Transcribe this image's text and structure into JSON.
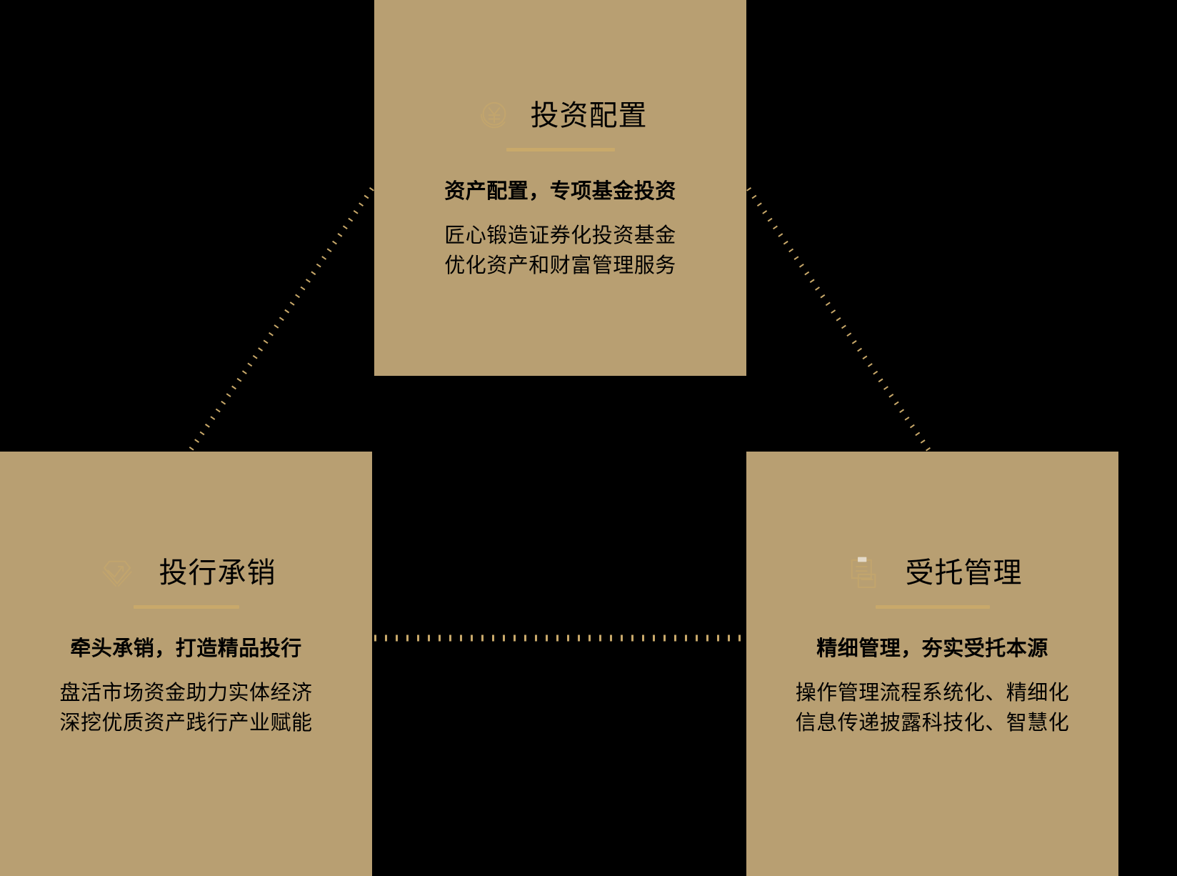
{
  "theme": {
    "background": "#000000",
    "card_fill": "#b89f72",
    "accent_rule": "#c9a96a",
    "connector": "#c9a96a",
    "text": "#000000",
    "icon_stroke": "#c9a96a"
  },
  "diagram": {
    "type": "triangle-relationship",
    "node_count": 3,
    "connectors": [
      {
        "name": "top-to-left",
        "style": "dotted",
        "from": "investment-allocation",
        "to": "investment-banking-underwriting"
      },
      {
        "name": "top-to-right",
        "style": "dotted",
        "from": "investment-allocation",
        "to": "trustee-management"
      },
      {
        "name": "left-to-right",
        "style": "dotted",
        "from": "investment-banking-underwriting",
        "to": "trustee-management"
      }
    ]
  },
  "cards": {
    "top": {
      "id": "investment-allocation",
      "icon": "yuan-coin-icon",
      "title": "投资配置",
      "lead": "资产配置，专项基金投资",
      "lines": [
        "匠心锻造证券化投资基金",
        "优化资产和财富管理服务"
      ]
    },
    "left": {
      "id": "investment-banking-underwriting",
      "icon": "diamond-growth-icon",
      "title": "投行承销",
      "lead": "牵头承销，打造精品投行",
      "lines": [
        "盘活市场资金助力实体经济",
        "深挖优质资产践行产业赋能"
      ]
    },
    "right": {
      "id": "trustee-management",
      "icon": "clipboard-document-icon",
      "title": "受托管理",
      "lead": "精细管理，夯实受托本源",
      "lines": [
        "操作管理流程系统化、精细化",
        "信息传递披露科技化、智慧化"
      ]
    }
  }
}
